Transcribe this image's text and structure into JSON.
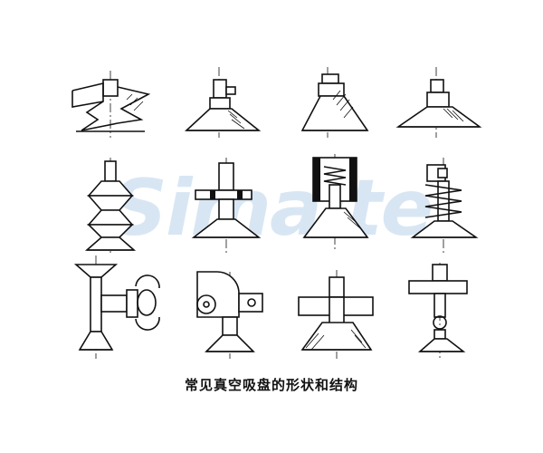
{
  "caption": "常见真空吸盘的形状和结构",
  "watermark": "Simaite",
  "colors": {
    "ink": "#111111",
    "watermark": "#b9d2ec",
    "background": "#ffffff"
  },
  "figures": [
    {
      "id": "cup-bellows-angled"
    },
    {
      "id": "cup-side-port"
    },
    {
      "id": "cup-conical-hatched"
    },
    {
      "id": "cup-wide-flat"
    },
    {
      "id": "cup-multi-bellows"
    },
    {
      "id": "cup-flange-mount"
    },
    {
      "id": "cup-spring-buffer"
    },
    {
      "id": "cup-spring-outside"
    },
    {
      "id": "cup-swivel-rotary"
    },
    {
      "id": "cup-pivot-joint"
    },
    {
      "id": "cup-thick-hatched"
    },
    {
      "id": "cup-ball-joint"
    }
  ]
}
